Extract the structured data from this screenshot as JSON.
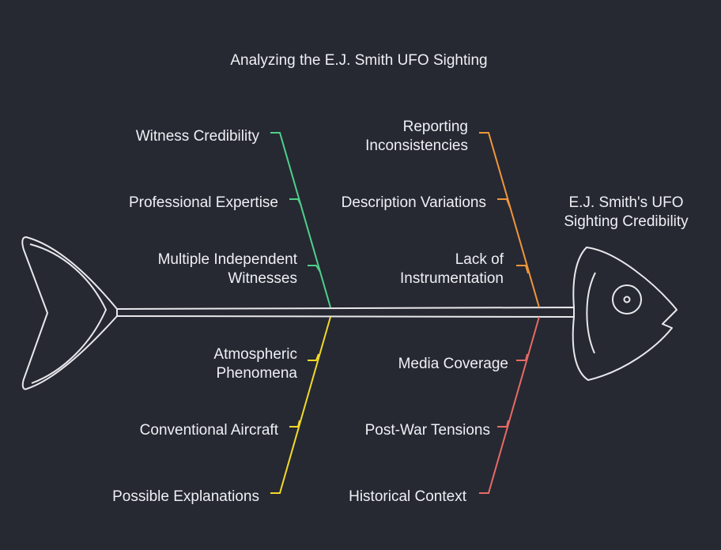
{
  "title": "Analyzing the E.J. Smith UFO Sighting",
  "effect": "E.J. Smith's UFO\nSighting Credibility",
  "colors": {
    "background": "#262932",
    "outline": "#e8e8ec",
    "green": "#4fd08a",
    "orange": "#f0963a",
    "yellow": "#f2da28",
    "red": "#e86a66"
  },
  "categories": {
    "witness": {
      "label": "Witness Credibility",
      "causes": [
        "Professional Expertise",
        "Multiple Independent\nWitnesses"
      ]
    },
    "reporting": {
      "label": "Reporting\nInconsistencies",
      "causes": [
        "Description Variations",
        "Lack of\nInstrumentation"
      ]
    },
    "explanations": {
      "label": "Possible Explanations",
      "causes": [
        "Conventional Aircraft",
        "Atmospheric\nPhenomena"
      ]
    },
    "historical": {
      "label": "Historical Context",
      "causes": [
        "Post-War Tensions",
        "Media Coverage"
      ]
    }
  }
}
